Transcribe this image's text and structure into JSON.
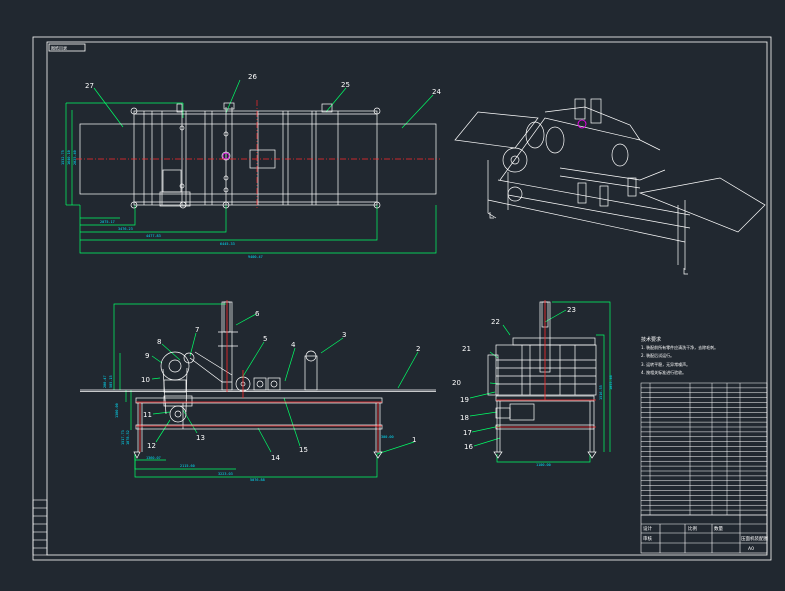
{
  "sheet": {
    "corner_tag": "图纸目录"
  },
  "top_view": {
    "callouts": [
      "27",
      "26",
      "25",
      "24"
    ],
    "dims_horizontal": [
      "2075.17",
      "3476.23",
      "4477.83",
      "6445.33",
      "9400.47"
    ],
    "dims_vertical": [
      "1532.75",
      "1640.10",
      "2025.40"
    ]
  },
  "front_view": {
    "callouts": [
      "1",
      "2",
      "3",
      "4",
      "5",
      "6",
      "7",
      "8",
      "9",
      "10",
      "11",
      "12",
      "13",
      "14",
      "15"
    ],
    "dims_horizontal": [
      "1360.07",
      "2115.60",
      "3223.03",
      "5076.88"
    ],
    "dims_vertical": [
      "200.47",
      "585.15",
      "1300.00",
      "1517.73",
      "1878.52",
      "300.00"
    ]
  },
  "side_view": {
    "callouts": [
      "16",
      "17",
      "18",
      "19",
      "20",
      "21",
      "22",
      "23"
    ],
    "dims_horizontal": [
      "1100.00"
    ],
    "dims_vertical": [
      "1516.55",
      "1855.46"
    ]
  },
  "tech_notes": {
    "title": "技术要求",
    "lines": [
      "1. 装配前所有零件应清洗干净，去除毛刺。",
      "2. 装配后试运行。",
      "3. 运转平稳，无异常噪声。",
      "4. 按相关标准进行验收。"
    ]
  },
  "title_block": {
    "drawing_title": "压面机装配图",
    "sheet_size": "A0",
    "designer": "设计",
    "checker": "审核",
    "scale": "比例",
    "qty": "数量"
  },
  "colors": {
    "background": "#212830",
    "line_white": "#ffffff",
    "dimension": "#00ff66",
    "centerline": "#ff2a2a",
    "dim_text": "#00e5ff",
    "callout": "#33ff33",
    "accent": "#ff00ff"
  }
}
